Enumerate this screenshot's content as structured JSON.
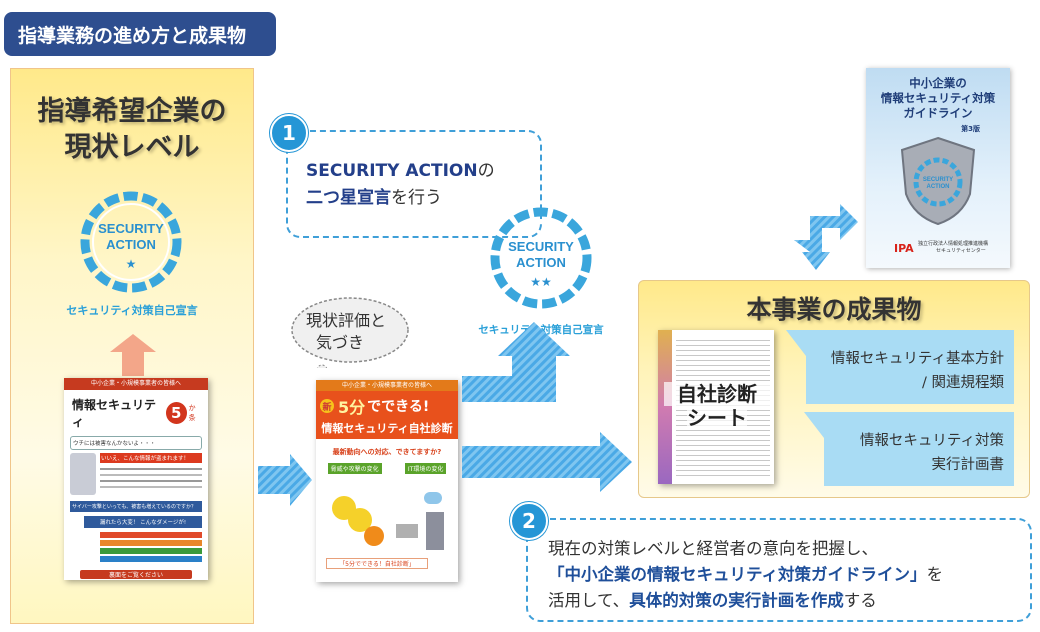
{
  "header": {
    "title": "指導業務の進め方と成果物"
  },
  "left": {
    "title_line1": "指導希望企業の",
    "title_line2": "現状レベル",
    "badge_line1": "SECURITY",
    "badge_line2": "ACTION",
    "badge_stars": "★",
    "badge_caption": "セキュリティ対策自己宣言"
  },
  "leaflet1": {
    "top_strip": "中小企業・小規模事業者の皆様へ",
    "title": "情報セキュリティ",
    "number": "5",
    "suffix": "か条",
    "q1": "ウチには被害なんかないよ・・・",
    "q2": "いいえ、こんな情報が盗まれます！",
    "bar1": "サイバー攻撃といっても、被害も増えているのですか？",
    "bar2": "漏れたら大変！ こんなダメージが!",
    "footer": "裏面をご覧ください"
  },
  "step1": {
    "number": "1",
    "line1_bold": "SECURITY ACTION",
    "line1_rest": "の",
    "line2_bold": "二つ星宣言",
    "line2_rest": "を行う"
  },
  "badge2": {
    "line1": "SECURITY",
    "line2": "ACTION",
    "stars": "★★",
    "caption": "セキュリティ対策自己宣言"
  },
  "thought": {
    "line1": "現状評価と",
    "line2": "気づき"
  },
  "leaflet2": {
    "top_strip": "中小企業・小規模事業者の皆様へ",
    "new_badge": "新",
    "minutes": "5分",
    "headline_rest": "でできる!",
    "subtitle": "情報セキュリティ自社診断",
    "question": "最新動向への対応、できてますか?",
    "tag1": "脅威や攻撃の変化",
    "tag2": "IT環境の変化",
    "bottom": "「5分でできる！自社診断」"
  },
  "result": {
    "title": "本事業の成果物",
    "sheet_label_1": "自社診断",
    "sheet_label_2": "シート",
    "item1_line1": "情報セキュリティ基本方針",
    "item1_line2": "/ 関連規程類",
    "item2_line1": "情報セキュリティ対策",
    "item2_line2": "実行計画書"
  },
  "book": {
    "title1": "中小企業の",
    "title2": "情報セキュリティ対策",
    "title3": "ガイドライン",
    "edition": "第3版",
    "logo": "IPA",
    "org1": "独立行政法人情報処理推進機構",
    "org2": "セキュリティセンター",
    "shield_line1": "SECURITY",
    "shield_line2": "ACTION"
  },
  "step2": {
    "number": "2",
    "line1": "現在の対策レベルと経営者の意向を把握し、",
    "line2_hl": "「中小企業の情報セキュリティ対策ガイドライン」",
    "line2_rest": "を",
    "line3_a": "活用して、",
    "line3_hl": "具体的対策の実行計画を作成",
    "line3_b": "する"
  },
  "colors": {
    "navy": "#2e4e8f",
    "accent_blue": "#2596d6",
    "light_blue": "#a9dcf4",
    "yellow": "#ffe98a"
  }
}
